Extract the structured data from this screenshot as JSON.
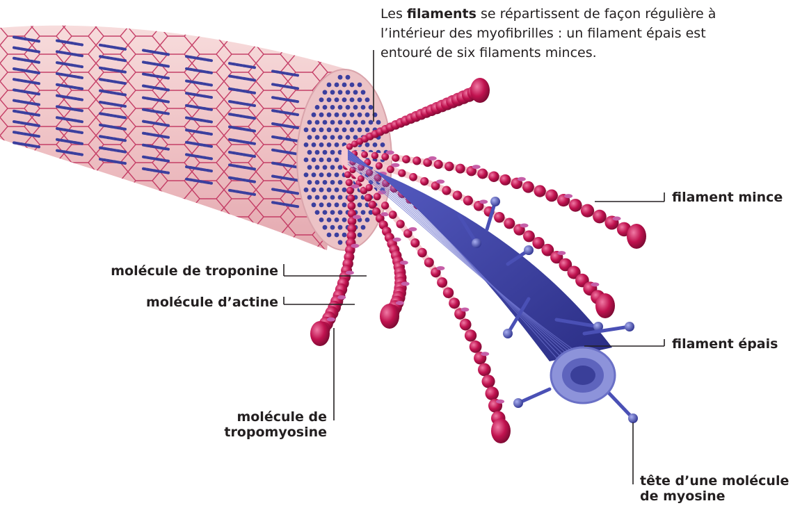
{
  "caption": {
    "part1": "Les ",
    "bold": "filaments",
    "part2": " se répartissent de façon régulière à l’intérieur des myofibrilles : un filament épais est entouré de six filaments minces."
  },
  "labels": {
    "thin_filament": "filament mince",
    "troponin": "molécule de troponine",
    "actin": "molécule d’actine",
    "thick_filament": "filament épais",
    "tropomyosin_line1": "molécule de",
    "tropomyosin_line2": "tropomyosine",
    "myosin_head_line1": "tête d’une molécule",
    "myosin_head_line2": "de myosine"
  },
  "colors": {
    "sheath": "#f2c7c9",
    "sheath_lines": "#b5204f",
    "thick": "#3b3f9e",
    "thick_light": "#7f86d0",
    "thin": "#b8104a",
    "thin_light": "#e35b8d",
    "tropomyosin": "#f6c9ce"
  }
}
